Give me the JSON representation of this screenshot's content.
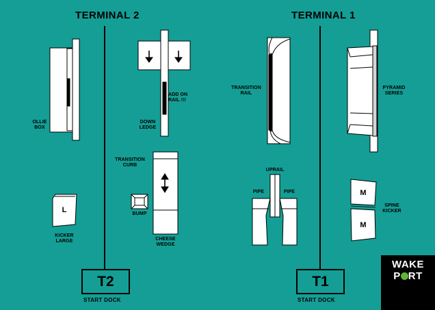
{
  "terminals": [
    {
      "heading": "TERMINAL 2",
      "dock": "T2",
      "dock_caption": "START DOCK"
    },
    {
      "heading": "TERMINAL 1",
      "dock": "T1",
      "dock_caption": "START DOCK"
    }
  ],
  "features": {
    "ollie_box": "OLLIE\nBOX",
    "down_ledge": "DOWN\nLEDGE",
    "add_on_rail": "ADD ON\nRAIL !!!",
    "transition_curb": "TRANSITION\nCURB",
    "bump": "BUMP",
    "cheese_wedge": "CHEESE\nWEDGE",
    "kicker_large": "KICKER\nLARGE",
    "kicker_letter": "L",
    "transition_rail": "TRANSITION\nRAIL",
    "pyramid_series": "PYRAMID\nSERIES",
    "uprail": "UPRAIL",
    "pipe_left": "PIPE",
    "pipe_right": "PIPE",
    "spine_kicker": "SPINE\nKICKER",
    "spine_letter_top": "M",
    "spine_letter_bottom": "M"
  },
  "logo": {
    "line1": "WAKE",
    "line2_left": "P",
    "line2_right": "RT"
  },
  "colors": {
    "water": "#149e95",
    "logo_dot": "#5fb533"
  }
}
